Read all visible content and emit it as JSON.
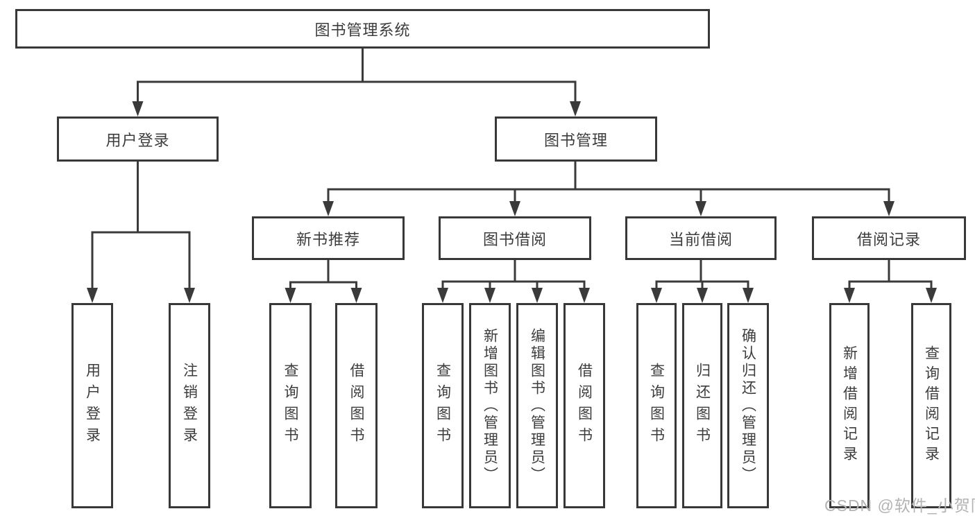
{
  "diagram": {
    "root": {
      "label": "图书管理系统"
    },
    "level2": [
      {
        "label": "用户登录"
      },
      {
        "label": "图书管理"
      }
    ],
    "level3": [
      {
        "label": "新书推荐"
      },
      {
        "label": "图书借阅"
      },
      {
        "label": "当前借阅"
      },
      {
        "label": "借阅记录"
      }
    ],
    "leaves": {
      "user": [
        {
          "label": "用户登录"
        },
        {
          "label": "注销登录"
        }
      ],
      "newbook": [
        {
          "label": "查询图书"
        },
        {
          "label": "借阅图书"
        }
      ],
      "borrow": [
        {
          "label": "查询图书"
        },
        {
          "label": "新增图书（管理员）"
        },
        {
          "label": "编辑图书（管理员）"
        },
        {
          "label": "借阅图书"
        }
      ],
      "current": [
        {
          "label": "查询图书"
        },
        {
          "label": "归还图书"
        },
        {
          "label": "确认归还（管理员）"
        }
      ],
      "records": [
        {
          "label": "新增借阅记录"
        },
        {
          "label": "查询借阅记录"
        }
      ]
    },
    "watermark": "CSDN @软件_小贺同学",
    "colors": {
      "line": "#3a3a3a",
      "box_border": "#383838",
      "text": "#3c3c3c",
      "watermark": "#b3b3b3",
      "background": "#ffffff"
    }
  }
}
